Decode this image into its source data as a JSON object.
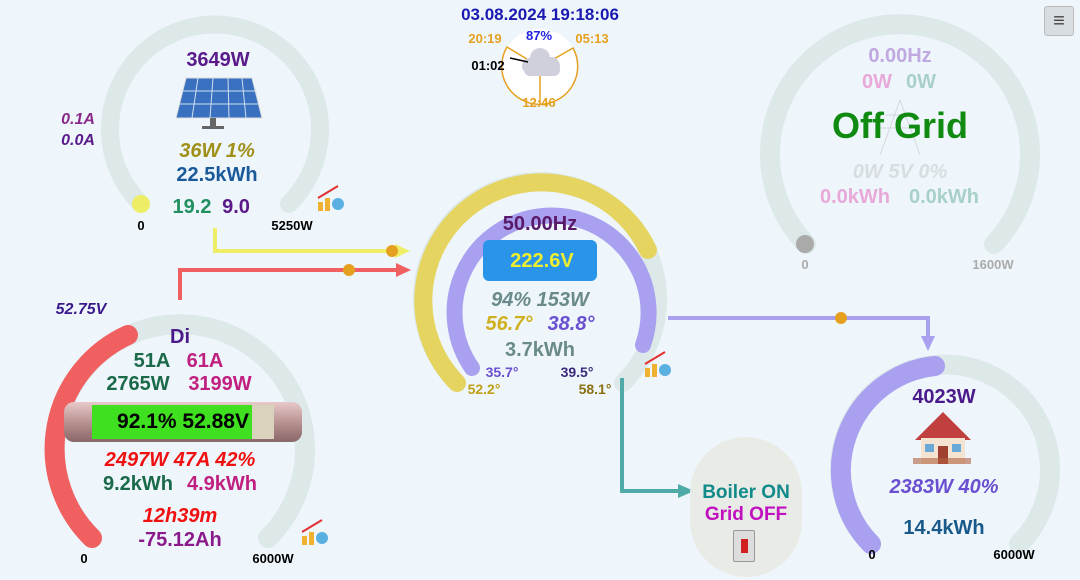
{
  "datetime": "03.08.2024 19:18:06",
  "sun": {
    "sunset": "20:19",
    "sunrise": "05:13",
    "cloud": "87%",
    "now": "01:02",
    "noon": "12:46",
    "icon": "cloud-icon"
  },
  "solar": {
    "power": "3649W",
    "current1": "0.1A",
    "current2": "0.0A",
    "pv2": "36W 1%",
    "energy": "22.5kWh",
    "v1": "19.2",
    "v2": "9.0",
    "min": "0",
    "max": "5250W",
    "fill": 0.0
  },
  "battery": {
    "voltage_top": "52.75V",
    "name": "Di",
    "charge_a": "51A",
    "discharge_a": "61A",
    "charge_w": "2765W",
    "discharge_w": "3199W",
    "soc_label": "92.1% 52.88V",
    "soc": 92.1,
    "flow": "2497W 47A 42%",
    "e_charge": "9.2kWh",
    "e_discharge": "4.9kWh",
    "runtime": "12h39m",
    "ah": "-75.12Ah",
    "min": "0",
    "max": "6000W",
    "fill": 0.42
  },
  "inverter": {
    "freq": "50.00Hz",
    "voltage": "222.6V",
    "eff": "94% 153W",
    "temp1": "56.7°",
    "temp2": "38.8°",
    "energy": "3.7kWh",
    "t_a": "35.7°",
    "t_b": "39.5°",
    "t_c": "52.2°",
    "t_d": "58.1°"
  },
  "grid": {
    "freq": "0.00Hz",
    "p1": "0W",
    "p2": "0W",
    "status": "Off Grid",
    "stats": "0W 5V 0%",
    "e_in": "0.0kWh",
    "e_out": "0.0kWh",
    "min": "0",
    "max": "1600W"
  },
  "load": {
    "power": "4023W",
    "detail": "2383W 40%",
    "energy": "14.4kWh",
    "min": "0",
    "max": "6000W",
    "fill": 0.67
  },
  "boiler": {
    "line1": "Boiler ON",
    "line2": "Grid OFF"
  },
  "menu_icon": "hamburger-menu-icon"
}
